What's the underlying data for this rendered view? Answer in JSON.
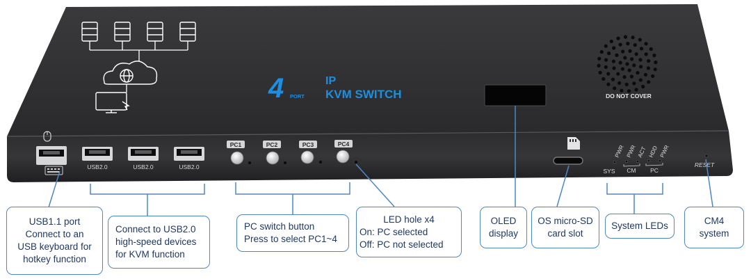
{
  "device": {
    "brand_number": "4",
    "brand_port": "PORT",
    "brand_ip": "IP",
    "brand_title": "KVM SWITCH",
    "vent_label": "DO NOT COVER",
    "usb_labels": [
      "USB2.0",
      "USB2.0",
      "USB2.0"
    ],
    "pc_buttons": [
      "PC1",
      "PC2",
      "PC3",
      "PC4"
    ],
    "led_top_labels": [
      "PWR",
      "PWR",
      "ACT",
      "HDD",
      "PWR"
    ],
    "led_bottom_labels": [
      "SYS",
      "CM",
      "PC"
    ],
    "reset_label": "RESET"
  },
  "callouts": {
    "usb11": [
      "USB1.1 port",
      "Connect to an",
      "USB keyboard for",
      "hotkey function"
    ],
    "usb20": [
      "Connect to USB2.0",
      "high-speed devices",
      "for KVM function"
    ],
    "pc_switch": [
      "PC switch button",
      "Press to select PC1~4"
    ],
    "led_hole": [
      "LED hole x4",
      "On: PC selected",
      "Off: PC not selected"
    ],
    "oled": [
      "OLED",
      "display"
    ],
    "sd": [
      "OS micro-SD",
      "card slot"
    ],
    "sys_leds": [
      "System LEDs"
    ],
    "cm4": [
      "CM4",
      "system"
    ]
  },
  "colors": {
    "callout_border": "#4f87c6",
    "callout_text": "#1f3864",
    "brand_blue": "#1e8ee0",
    "body": "#2b2b2d"
  }
}
